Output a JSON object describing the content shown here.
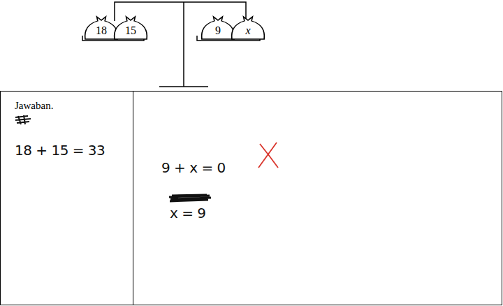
{
  "diagram": {
    "nodes": [
      {
        "text": [
          "18"
        ]
      },
      {
        "text": [
          "15"
        ]
      },
      {
        "text": [
          "9"
        ]
      },
      {
        "text": [
          "x"
        ]
      },
      {
        "text": [
          "Jawaban.",
          "18 + 15 = 33"
        ]
      },
      {
        "text": [
          "9 + x = 0",
          "x = 9"
        ]
      }
    ]
  }
}
